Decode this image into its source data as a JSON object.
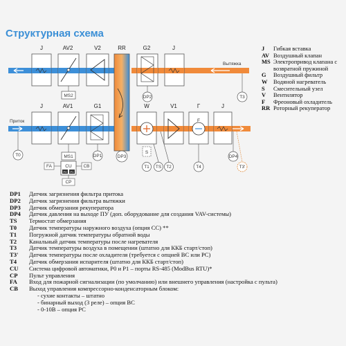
{
  "title": "Структурная схема",
  "top_units": [
    "J",
    "AV2",
    "V2",
    "RR",
    "G2",
    "J"
  ],
  "bottom_units": [
    "J",
    "AV1",
    "G1",
    "",
    "W",
    "V1",
    "Г",
    "J"
  ],
  "flow_labels": {
    "exhaust": "Вытяжка",
    "supply": "Приток"
  },
  "sensor_labels": [
    "MS2",
    "DP2",
    "T3",
    "T0",
    "MS1",
    "DP1",
    "DP3",
    "T1",
    "TS",
    "T2",
    "T4",
    "DP4",
    "T3'",
    "S",
    "F"
  ],
  "panel_labels": [
    "FA",
    "CU",
    "CB",
    "CP",
    "P0",
    "P1"
  ],
  "side_legend": [
    {
      "key": "J",
      "text": "Гибкая вставка"
    },
    {
      "key": "AV",
      "text": "Воздушный клапан"
    },
    {
      "key": "MS",
      "text": "Электропривод клапана с возвратной пружиной"
    },
    {
      "key": "G",
      "text": "Воздушный фильтр"
    },
    {
      "key": "W",
      "text": "Водяной нагреватель"
    },
    {
      "key": "S",
      "text": "Смесительный узел"
    },
    {
      "key": "V",
      "text": "Вентилятор"
    },
    {
      "key": "F",
      "text": "Фреоновый охладитель"
    },
    {
      "key": "RR",
      "text": "Роторный рекуператор"
    }
  ],
  "bottom_legend": [
    {
      "key": "DP1",
      "text": "Датчик загрязнения фильтра притока"
    },
    {
      "key": "DP2",
      "text": "Датчик загрязнения фильтра вытяжки"
    },
    {
      "key": "DP3",
      "text": "Датчик обмерзания рекуператора"
    },
    {
      "key": "DP4",
      "text": "Датчик давления на выходе ПУ (доп. оборудование для создания VAV-системы)"
    },
    {
      "key": "TS",
      "text": "Термостат обмерзания"
    },
    {
      "key": "T0",
      "text": "Датчик температуры наружного воздуха (опция CC) **"
    },
    {
      "key": "T1",
      "text": "Погружной датчик температуры обратной воды"
    },
    {
      "key": "T2",
      "text": "Канальный датчик температуры после нагревателя"
    },
    {
      "key": "T3",
      "text": "Датчик температуры воздуха в помещении (штатно для ККБ старт/стоп)"
    },
    {
      "key": "T3'",
      "text": "Датчик температуры после охладителя (требуется с опцией BC или PC)"
    },
    {
      "key": "T4",
      "text": "Датчик обмерзания испарителя (штатно для ККБ старт/стоп)"
    },
    {
      "key": "CU",
      "text": "Система цифровой автоматики, P0 и P1 – порты RS-485 (ModBus RTU)*"
    },
    {
      "key": "CP",
      "text": "Пульт управления"
    },
    {
      "key": "FA",
      "text": "Вход для пожарной сигнализации (по умолчанию) или внешнего управления (настройка с пульта)"
    },
    {
      "key": "CB",
      "text": "Выход управления компрессорно-конденсаторным блоком:"
    }
  ],
  "cb_options": [
    "- сухие контакты – штатно",
    "- бинарный выход (3 реле) – опция BC",
    "- 0-10В – опция PC"
  ]
}
